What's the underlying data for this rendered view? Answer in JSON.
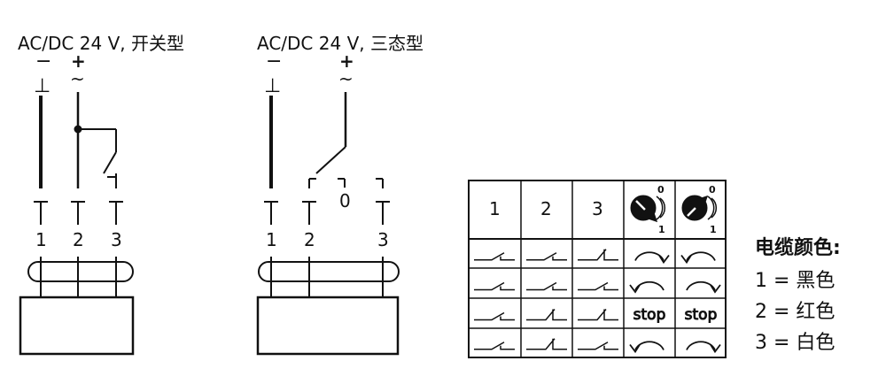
{
  "left_circuit": {
    "title": "AC/DC 24 V, 开关型",
    "minus": "−",
    "plus": "+",
    "ground_symbol": "⊥",
    "ac_symbol": "~",
    "terminals": [
      "1",
      "2",
      "3"
    ]
  },
  "right_circuit": {
    "title": "AC/DC 24 V, 三态型",
    "minus": "−",
    "plus": "+",
    "ground_symbol": "⊥",
    "ac_symbol": "~",
    "middle_contact": "0",
    "terminals": [
      "1",
      "2",
      "3"
    ]
  },
  "switch_table": {
    "headers": [
      "1",
      "2",
      "3"
    ],
    "dial_labels": {
      "top": "0",
      "bottom": "1"
    },
    "rows": [
      {
        "c1": "off",
        "c2": "off",
        "c3": "on",
        "d1": "rotate-cw",
        "d2": "rotate-ccw"
      },
      {
        "c1": "off",
        "c2": "off",
        "c3": "off",
        "d1": "rotate-ccw",
        "d2": "rotate-cw"
      },
      {
        "c1": "off",
        "c2": "on",
        "c3": "on",
        "d1": "stop",
        "d2": "stop"
      },
      {
        "c1": "off",
        "c2": "on",
        "c3": "off",
        "d1": "rotate-ccw",
        "d2": "rotate-cw"
      }
    ],
    "stop_label": "stop"
  },
  "legend": {
    "title": "电缆颜色:",
    "items": [
      "1 = 黑色",
      "2 = 红色",
      "3 = 白色"
    ]
  }
}
